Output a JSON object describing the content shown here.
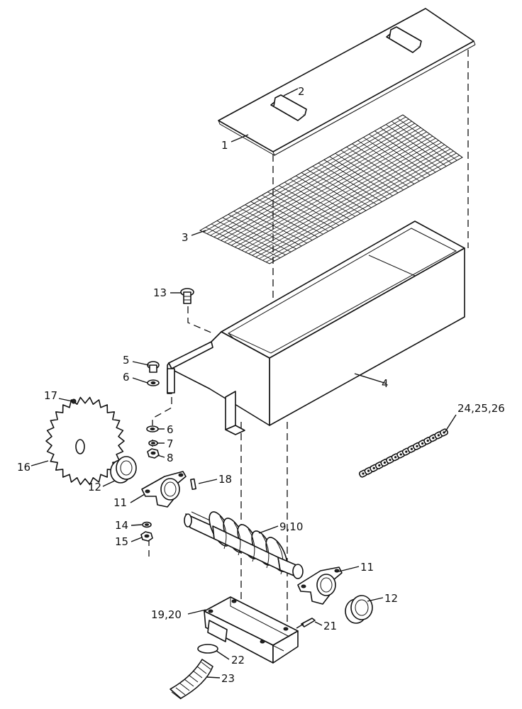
{
  "callouts": [
    {
      "id": "p1",
      "text": "1"
    },
    {
      "id": "p2",
      "text": "2"
    },
    {
      "id": "p3",
      "text": "3"
    },
    {
      "id": "p4",
      "text": "4"
    },
    {
      "id": "p5",
      "text": "5"
    },
    {
      "id": "p6a",
      "text": "6"
    },
    {
      "id": "p6b",
      "text": "6"
    },
    {
      "id": "p7",
      "text": "7"
    },
    {
      "id": "p8",
      "text": "8"
    },
    {
      "id": "p9_10",
      "text": "9,10"
    },
    {
      "id": "p11a",
      "text": "11"
    },
    {
      "id": "p11b",
      "text": "11"
    },
    {
      "id": "p12a",
      "text": "12"
    },
    {
      "id": "p12b",
      "text": "12"
    },
    {
      "id": "p13",
      "text": "13"
    },
    {
      "id": "p14",
      "text": "14"
    },
    {
      "id": "p15",
      "text": "15"
    },
    {
      "id": "p16",
      "text": "16"
    },
    {
      "id": "p17",
      "text": "17"
    },
    {
      "id": "p18",
      "text": "18"
    },
    {
      "id": "p19_20",
      "text": "19,20"
    },
    {
      "id": "p21",
      "text": "21"
    },
    {
      "id": "p22",
      "text": "22"
    },
    {
      "id": "p23",
      "text": "23"
    },
    {
      "id": "p24_26",
      "text": "24,25,26"
    }
  ]
}
